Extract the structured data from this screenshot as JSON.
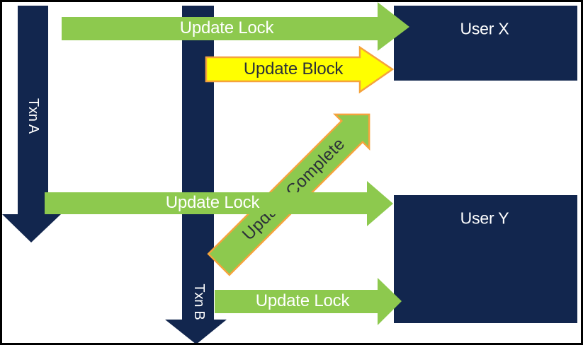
{
  "colors": {
    "navy": "#12264E",
    "green": "#8DC94E",
    "yellow": "#FFFF00",
    "orange_outline": "#F5A33C",
    "light_text": "#FFFFFF",
    "dark_text": "#2B3039",
    "frame": "#000000"
  },
  "lanes": {
    "txn_a": {
      "label": "Txn A"
    },
    "txn_b": {
      "label": "Txn B"
    }
  },
  "users": {
    "user_x": {
      "label": "User X"
    },
    "user_y": {
      "label": "User Y"
    }
  },
  "arrows": {
    "update_lock_top": {
      "label": "Update Lock",
      "color": "#8DC94E"
    },
    "update_block": {
      "label": "Update Block",
      "color": "#FFFF00"
    },
    "update_complete": {
      "label": "Update Complete",
      "color": "#8DC94E"
    },
    "update_lock_mid": {
      "label": "Update Lock",
      "color": "#8DC94E"
    },
    "update_lock_bottom": {
      "label": "Update Lock",
      "color": "#8DC94E"
    }
  }
}
